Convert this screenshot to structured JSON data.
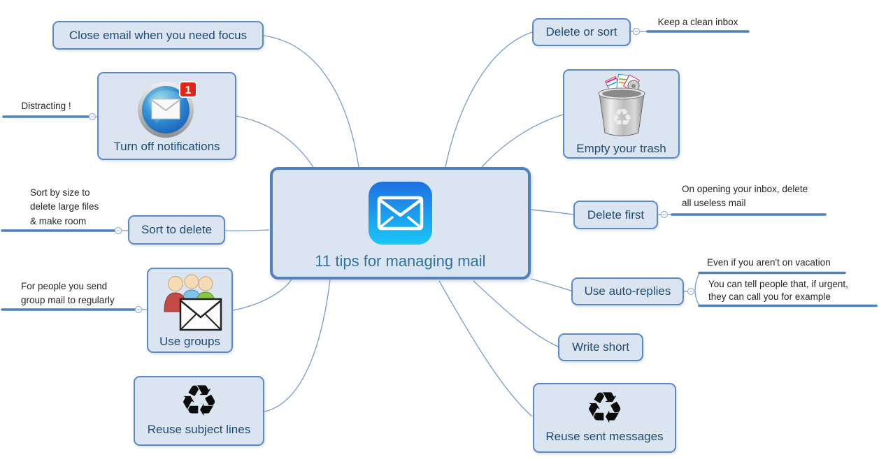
{
  "colors": {
    "canvas_bg": "#ffffff",
    "node_fill": "#dbe5f1",
    "node_border": "#5a89c8",
    "root_border": "#4f81bd",
    "node_text": "#1f4a73",
    "root_text": "#31719e",
    "annotation_text": "#262626",
    "branch_line": "#4f81bd",
    "curve": "#7a9cc6",
    "handle": "#95b3d7",
    "badge_red": "#e2251b"
  },
  "root": {
    "label": "11 tips for managing mail",
    "icon": "mail-app-icon"
  },
  "topics": {
    "close_email": {
      "label": "Close email when you need focus"
    },
    "turn_off_notifications": {
      "label": "Turn off notifications",
      "icon": "mail-notification-icon",
      "badge": "1"
    },
    "sort_to_delete": {
      "label": "Sort to delete"
    },
    "use_groups": {
      "label": "Use groups",
      "icon": "group-mail-icon"
    },
    "reuse_subject_lines": {
      "label": "Reuse subject lines",
      "icon": "recycle-icon"
    },
    "delete_or_sort": {
      "label": "Delete or sort"
    },
    "empty_your_trash": {
      "label": "Empty your trash",
      "icon": "trash-icon"
    },
    "delete_first": {
      "label": "Delete first"
    },
    "use_auto_replies": {
      "label": "Use auto-replies"
    },
    "write_short": {
      "label": "Write short"
    },
    "reuse_sent_messages": {
      "label": "Reuse sent messages",
      "icon": "recycle-icon"
    }
  },
  "annotations": {
    "distracting": {
      "text": "Distracting !"
    },
    "sort_by_size": {
      "text": "Sort by size to\ndelete large files\n& make room"
    },
    "for_people": {
      "text": "For people you send\ngroup mail to regularly"
    },
    "keep_clean_inbox": {
      "text": "Keep a clean inbox"
    },
    "on_opening": {
      "text": "On opening your inbox, delete\nall useless mail"
    },
    "even_if": {
      "text": "Even if you aren't on vacation"
    },
    "you_can_tell": {
      "text": "You can tell people that, if urgent,\nthey can call you for example"
    }
  },
  "glyphs": {
    "recycle": "♻"
  }
}
